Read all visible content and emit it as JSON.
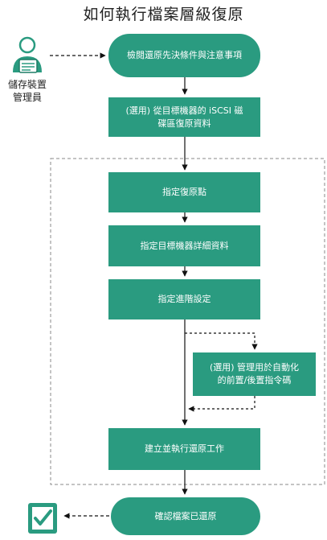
{
  "title": "如何執行檔案層級復原",
  "actor": {
    "label_line1": "儲存裝置",
    "label_line2": "管理員",
    "icon": "storage-admin-person-icon"
  },
  "nodes": {
    "start": "檢閱還原先決條件與注意事項",
    "iscsi_line1": "(選用) 從目標機器的 iSCSI 磁",
    "iscsi_line2": "碟區復原資料",
    "recovery_point": "指定復原點",
    "target_details": "指定目標機器詳細資料",
    "advanced": "指定進階設定",
    "scripts_line1": "(選用) 管理用於自動化",
    "scripts_line2": "的前置/後置指令碼",
    "run_job": "建立並執行還原工作",
    "verify": "確認檔案已還原"
  },
  "end_icon": "checkmark-clipboard-icon",
  "colors": {
    "node": "#2a9b80",
    "arrow": "#111111",
    "dashed_box": "#888888"
  }
}
